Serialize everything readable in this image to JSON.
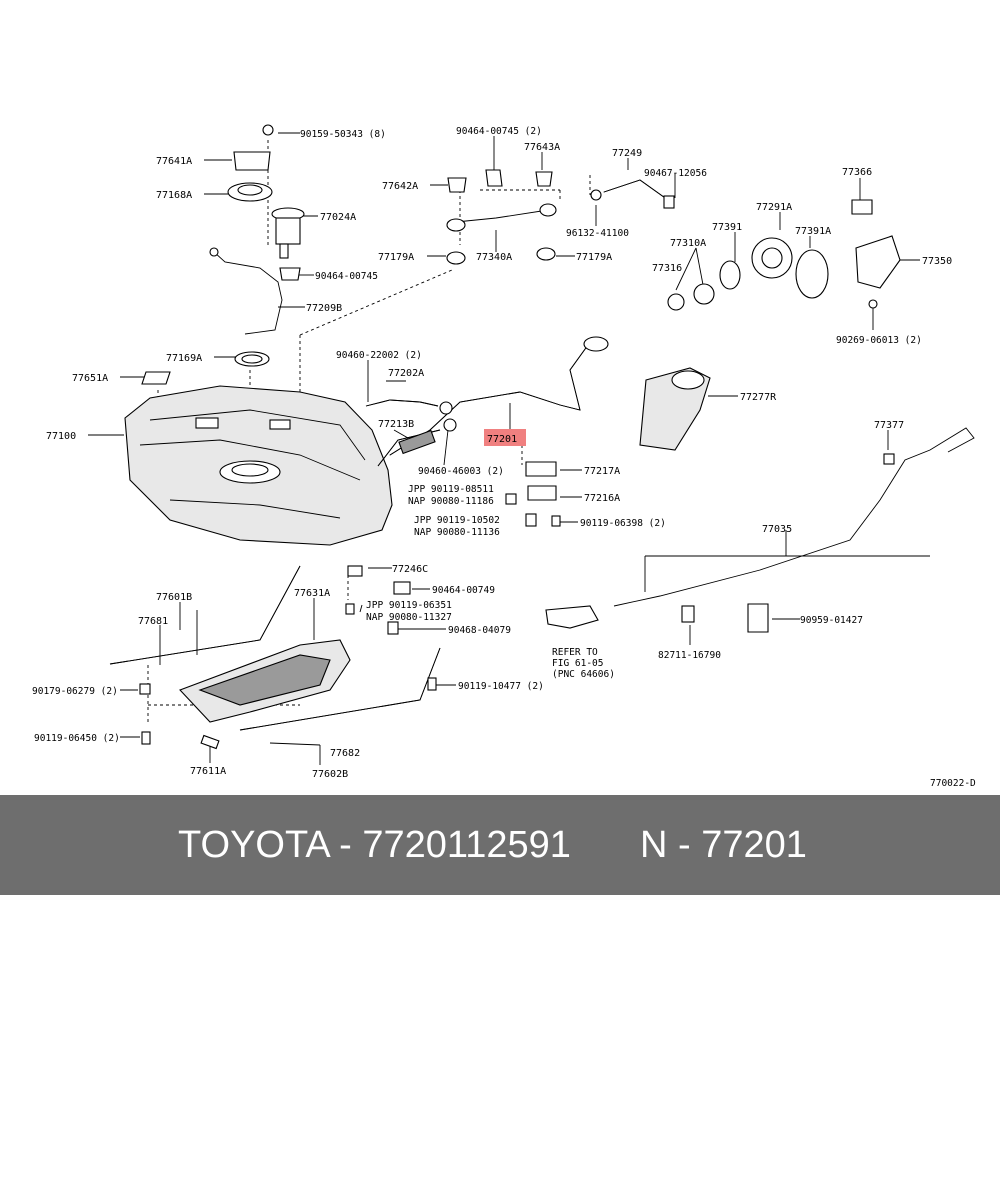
{
  "diagram": {
    "labels": [
      "90159-50343 (8)",
      "77641A",
      "77168A",
      "77024A",
      "90464-00745",
      "77209B",
      "77169A",
      "77651A",
      "77100",
      "90464-00745 (2)",
      "77643A",
      "77642A",
      "77179A",
      "77340A",
      "77179A",
      "77249",
      "90467-12056",
      "96132-41100",
      "90460-22002 (2)",
      "77202A",
      "77213B",
      "90460-46003 (2)",
      "77201",
      "77217A",
      "77216A",
      "JPP 90119-08511",
      "NAP 90080-11186",
      "JPP 90119-10502",
      "NAP 90080-11136",
      "90119-06398 (2)",
      "77277R",
      "77366",
      "77291A",
      "77391",
      "77391A",
      "77310A",
      "77316",
      "77350",
      "90269-06013 (2)",
      "77377",
      "77035",
      "77246C",
      "90464-00749",
      "JPP 90119-06351",
      "NAP 90080-11327",
      "90468-04079",
      "77601B",
      "77681",
      "77631A",
      "90179-06279 (2)",
      "90119-10477 (2)",
      "90119-06450 (2)",
      "77611A",
      "77682",
      "77602B",
      "82711-16790",
      "90959-01427",
      "REFER TO",
      "FIG 61-05",
      "(PNC 64606)",
      "770022-D"
    ],
    "highlight_color": "#f08080"
  },
  "footer": {
    "left": "TOYOTA - 7720112591",
    "right": "N - 77201"
  }
}
